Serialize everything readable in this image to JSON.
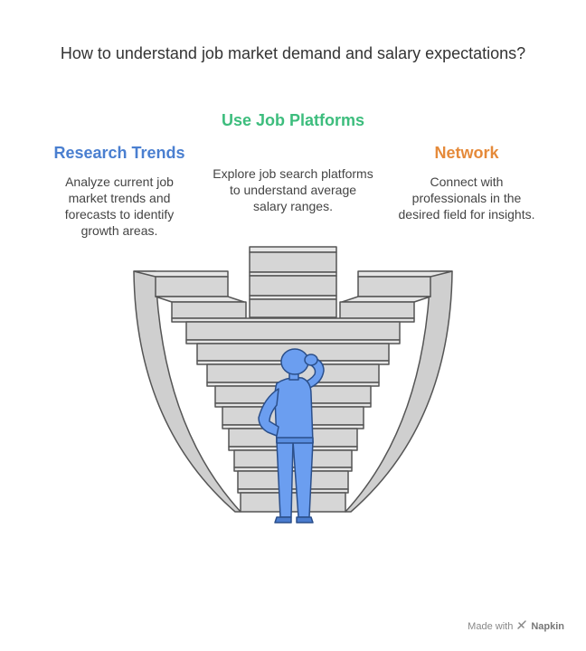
{
  "title": "How to understand job market demand and salary expectations?",
  "steps": [
    {
      "heading": "Research Trends",
      "description": "Analyze current job market trends and forecasts to identify growth areas.",
      "color": "#4a7fd0"
    },
    {
      "heading": "Use Job Platforms",
      "description": "Explore job search platforms to understand average salary ranges.",
      "color": "#3dbd7d"
    },
    {
      "heading": "Network",
      "description": "Connect with professionals in the desired field for insights.",
      "color": "#e58a3a"
    }
  ],
  "footer": {
    "made_with": "Made with",
    "brand": "Napkin"
  },
  "colors": {
    "stairs_fill": "#d6d6d6",
    "stairs_stroke": "#555555",
    "figure": "#6b9ef0",
    "figure_stroke": "#2b4f8a"
  }
}
